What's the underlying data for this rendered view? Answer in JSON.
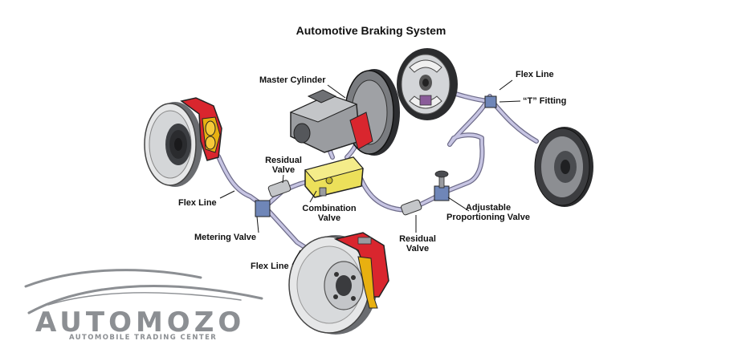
{
  "diagram": {
    "title": "Automotive Braking System",
    "labels": {
      "master_cylinder": "Master Cylinder",
      "flex_line_top": "Flex Line",
      "t_fitting": "“T” Fitting",
      "residual_valve_left_1": "Residual",
      "residual_valve_left_2": "Valve",
      "flex_line_left": "Flex Line",
      "combination_valve_1": "Combination",
      "combination_valve_2": "Valve",
      "metering_valve": "Metering Valve",
      "flex_line_bottom": "Flex Line",
      "residual_valve_right_1": "Residual",
      "residual_valve_right_2": "Valve",
      "adjustable_proportioning_1": "Adjustable",
      "adjustable_proportioning_2": "Proportioning Valve"
    }
  },
  "logo": {
    "name": "AUTOMOZO",
    "tagline": "AUTOMOBILE TRADING CENTER"
  },
  "colors": {
    "caliper_red": "#d9262e",
    "pad_yellow": "#e8b010",
    "valve_yellow": "#ece05a",
    "brake_line": "#b8b6d6",
    "steel_gray": "#9a9ca0",
    "dark_gray": "#4a4c50",
    "fitting_blue": "#6f86b8",
    "logo_gray": "#8c8f93"
  }
}
